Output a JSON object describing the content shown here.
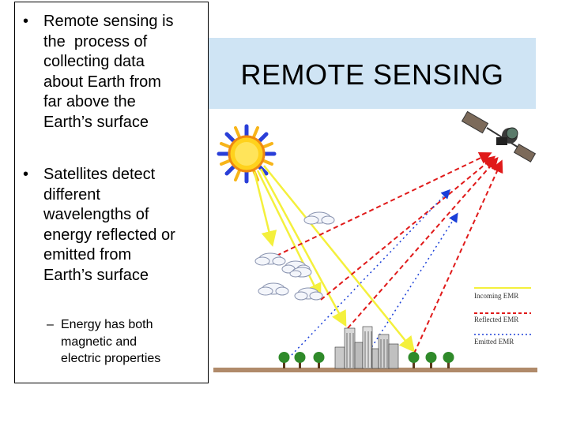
{
  "bullets": [
    {
      "marker": "•",
      "lines": [
        "Remote sensing is",
        "the  process of",
        "collecting data",
        "about Earth from",
        "far above the",
        "Earth’s surface"
      ]
    },
    {
      "marker": "•",
      "lines": [
        "Satellites detect",
        "different",
        "wavelengths of",
        "energy reflected or",
        "emitted from",
        "Earth’s surface"
      ]
    }
  ],
  "sub_bullet": {
    "marker": "–",
    "lines": [
      "Energy has both",
      "magnetic and",
      "electric properties"
    ]
  },
  "title": "REMOTE SENSING",
  "legend": {
    "incoming": "Incoming EMR",
    "reflected": "Reflected EMR",
    "emitted": "Emitted EMR"
  },
  "colors": {
    "incoming": "#f4f03c",
    "reflected": "#e01a1a",
    "emitted": "#1a3fd8",
    "sun_core": "#ffd21c",
    "sun_rays": "#2a3fd8",
    "ground": "#b08a6a",
    "title_band": "#cfe4f4"
  }
}
